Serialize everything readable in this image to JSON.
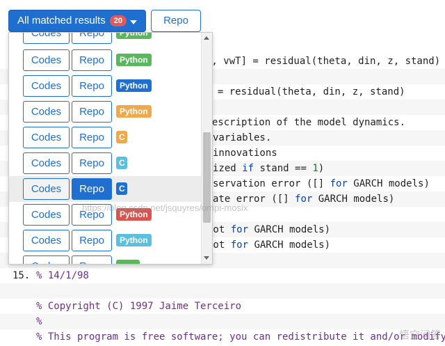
{
  "toolbar": {
    "matched_label": "All matched results",
    "matched_count": "20",
    "repo_label": "Repo"
  },
  "dropdown": {
    "items": [
      {
        "codes": "Codes",
        "repo": "Repo",
        "lang": "Python",
        "lang_color": "#59b85c"
      },
      {
        "codes": "Codes",
        "repo": "Repo",
        "lang": "Python",
        "lang_color": "#59b85c"
      },
      {
        "codes": "Codes",
        "repo": "Repo",
        "lang": "Python",
        "lang_color": "#1f6fd1"
      },
      {
        "codes": "Codes",
        "repo": "Repo",
        "lang": "Python",
        "lang_color": "#f0a94a"
      },
      {
        "codes": "Codes",
        "repo": "Repo",
        "lang": "C",
        "lang_color": "#f0a94a"
      },
      {
        "codes": "Codes",
        "repo": "Repo",
        "lang": "C",
        "lang_color": "#5bc0de"
      },
      {
        "codes": "Codes",
        "repo": "Repo",
        "lang": "C",
        "lang_color": "#1f6fd1",
        "active": true
      },
      {
        "codes": "Codes",
        "repo": "Repo",
        "lang": "Python",
        "lang_color": "#d9534f"
      },
      {
        "codes": "Codes",
        "repo": "Repo",
        "lang": "Python",
        "lang_color": "#5bc0de"
      },
      {
        "codes": "Codes",
        "repo": "Repo",
        "lang": "",
        "lang_color": "#59b85c"
      }
    ]
  },
  "code": {
    "lines": [
      {
        "ln": "",
        "text": "T, vwT] = residual(theta, din, z, stand)"
      },
      {
        "ln": "",
        "text": ""
      },
      {
        "ln": "",
        "text": "] = residual(theta, din, z, stand)"
      },
      {
        "ln": "",
        "text": ""
      },
      {
        "ln": "",
        "text": " description of the model dynamics."
      },
      {
        "ln": "",
        "text": "variables."
      },
      {
        "ln": "",
        "text": "innovations"
      },
      {
        "ln": "",
        "text": "ized if stand == 1)"
      },
      {
        "ln": "",
        "text": "servation error ([] for GARCH models)"
      },
      {
        "ln": "",
        "text": "ate error ([] for GARCH models)"
      },
      {
        "ln": "",
        "text": ""
      },
      {
        "ln": "",
        "text": "not for GARCH models)"
      },
      {
        "ln": "",
        "text": "not for GARCH models)"
      },
      {
        "ln": "",
        "text": "%"
      },
      {
        "ln": "15.",
        "text": "% 14/1/98"
      },
      {
        "ln": "",
        "text": ""
      },
      {
        "ln": "",
        "text": "% Copyright (C) 1997 Jaime Terceiro"
      },
      {
        "ln": "",
        "text": "%"
      },
      {
        "ln": "",
        "text": "% This program is free software; you can redistribute it and/or modify"
      }
    ]
  },
  "watermark": {
    "url": "https://blog.csdn.net/jsquyres/ompi-mosix",
    "logo": "悟空问答"
  }
}
